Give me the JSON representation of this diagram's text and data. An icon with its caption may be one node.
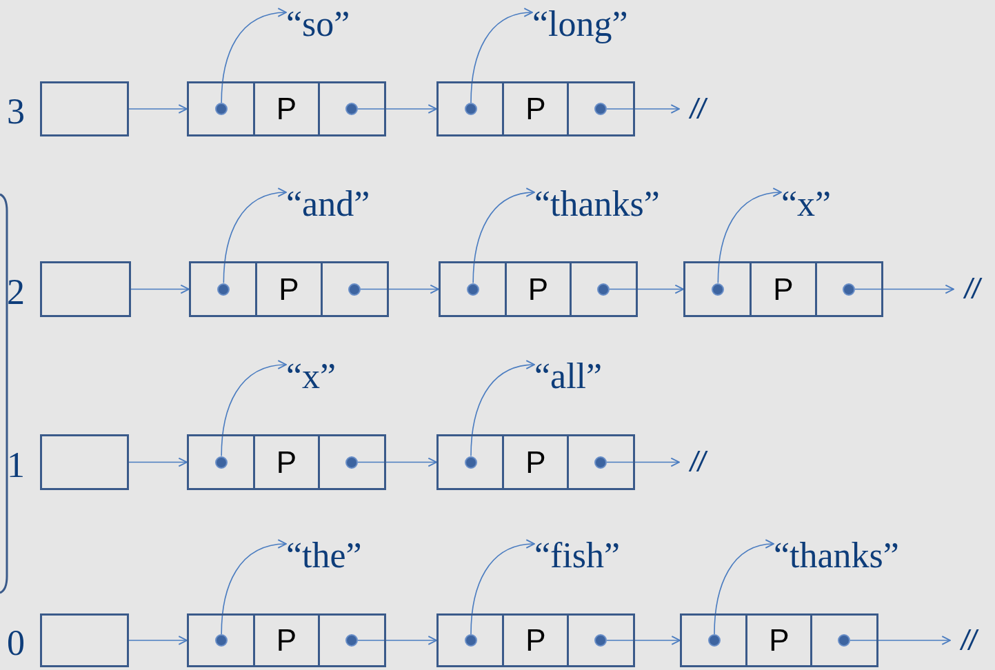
{
  "diagram": {
    "nodes": [
      {
        "text": [],
        "shape": "box",
        "beside": [
          "3"
        ]
      },
      {
        "text": [
          "“so”"
        ]
      },
      {
        "text": [
          "P"
        ]
      },
      {
        "text": [],
        "shape": "circle",
        "in": 2
      },
      {
        "text": [],
        "shape": "circle",
        "in": 2
      },
      {
        "text": [
          "“long”"
        ]
      },
      {
        "text": [
          "P"
        ]
      },
      {
        "text": [],
        "shape": "circle",
        "in": 6
      },
      {
        "text": [],
        "shape": "circle",
        "in": 6
      },
      {
        "text": [
          "//"
        ]
      },
      {
        "text": [],
        "shape": "box",
        "beside": [
          "2"
        ]
      },
      {
        "text": [
          "“and”"
        ]
      },
      {
        "text": [
          "P"
        ]
      },
      {
        "text": [],
        "shape": "circle",
        "in": 12
      },
      {
        "text": [],
        "shape": "circle",
        "in": 12
      },
      {
        "text": [
          "“thanks”"
        ]
      },
      {
        "text": [
          "P"
        ]
      },
      {
        "text": [],
        "shape": "circle",
        "in": 16
      },
      {
        "text": [],
        "shape": "circle",
        "in": 16
      },
      {
        "text": [
          "“x”"
        ]
      },
      {
        "text": [
          "P"
        ]
      },
      {
        "text": [],
        "shape": "circle",
        "in": 20
      },
      {
        "text": [],
        "shape": "circle",
        "in": 20
      },
      {
        "text": [
          "//"
        ]
      },
      {
        "text": [],
        "shape": "box",
        "beside": [
          "1"
        ]
      },
      {
        "text": [
          "“x”"
        ]
      },
      {
        "text": [
          "P"
        ]
      },
      {
        "text": [],
        "shape": "circle",
        "in": 26
      },
      {
        "text": [],
        "shape": "circle",
        "in": 26
      },
      {
        "text": [
          "“all”"
        ]
      },
      {
        "text": [
          "P"
        ]
      },
      {
        "text": [],
        "shape": "circle",
        "in": 30
      },
      {
        "text": [],
        "shape": "circle",
        "in": 30
      },
      {
        "text": [
          "//"
        ]
      },
      {
        "text": [],
        "shape": "box",
        "beside": [
          "0"
        ]
      },
      {
        "text": [
          "“the”"
        ]
      },
      {
        "text": [
          "P"
        ]
      },
      {
        "text": [],
        "shape": "circle",
        "in": 36
      },
      {
        "text": [],
        "shape": "circle",
        "in": 36
      },
      {
        "text": [
          "“fish”"
        ]
      },
      {
        "text": [
          "P"
        ]
      },
      {
        "text": [],
        "shape": "circle",
        "in": 40
      },
      {
        "text": [],
        "shape": "circle",
        "in": 40
      },
      {
        "text": [
          "“thanks”"
        ]
      },
      {
        "text": [
          "P"
        ]
      },
      {
        "text": [],
        "shape": "circle",
        "in": 44
      },
      {
        "text": [],
        "shape": "circle",
        "in": 44
      },
      {
        "text": [
          "//"
        ]
      }
    ],
    "edges": [
      {
        "from": 0,
        "to": 2,
        "arrow": "to"
      },
      {
        "from": 3,
        "to": 1,
        "arrow": "to"
      },
      {
        "from": 4,
        "to": 6,
        "arrow": "to"
      },
      {
        "from": 7,
        "to": 5,
        "arrow": "to"
      },
      {
        "from": 8,
        "to": 9,
        "arrow": "to"
      },
      {
        "from": 10,
        "to": 12,
        "arrow": "to"
      },
      {
        "from": 13,
        "to": 11,
        "arrow": "to"
      },
      {
        "from": 14,
        "to": 16,
        "arrow": "to"
      },
      {
        "from": 17,
        "to": 15,
        "arrow": "to"
      },
      {
        "from": 18,
        "to": 20,
        "arrow": "to"
      },
      {
        "from": 21,
        "to": 19,
        "arrow": "to"
      },
      {
        "from": 22,
        "to": 23,
        "arrow": "to"
      },
      {
        "from": 24,
        "to": 26,
        "arrow": "to"
      },
      {
        "from": 27,
        "to": 25,
        "arrow": "to"
      },
      {
        "from": 28,
        "to": 30,
        "arrow": "to"
      },
      {
        "from": 31,
        "to": 29,
        "arrow": "to"
      },
      {
        "from": 32,
        "to": 33,
        "arrow": "to"
      },
      {
        "from": 34,
        "to": 36,
        "arrow": "to"
      },
      {
        "from": 37,
        "to": 35,
        "arrow": "to"
      },
      {
        "from": 38,
        "to": 40,
        "arrow": "to"
      },
      {
        "from": 41,
        "to": 39,
        "arrow": "to"
      },
      {
        "from": 42,
        "to": 44,
        "arrow": "to"
      },
      {
        "from": 45,
        "to": 43,
        "arrow": "to"
      },
      {
        "from": 46,
        "to": 47,
        "arrow": "to"
      }
    ]
  }
}
